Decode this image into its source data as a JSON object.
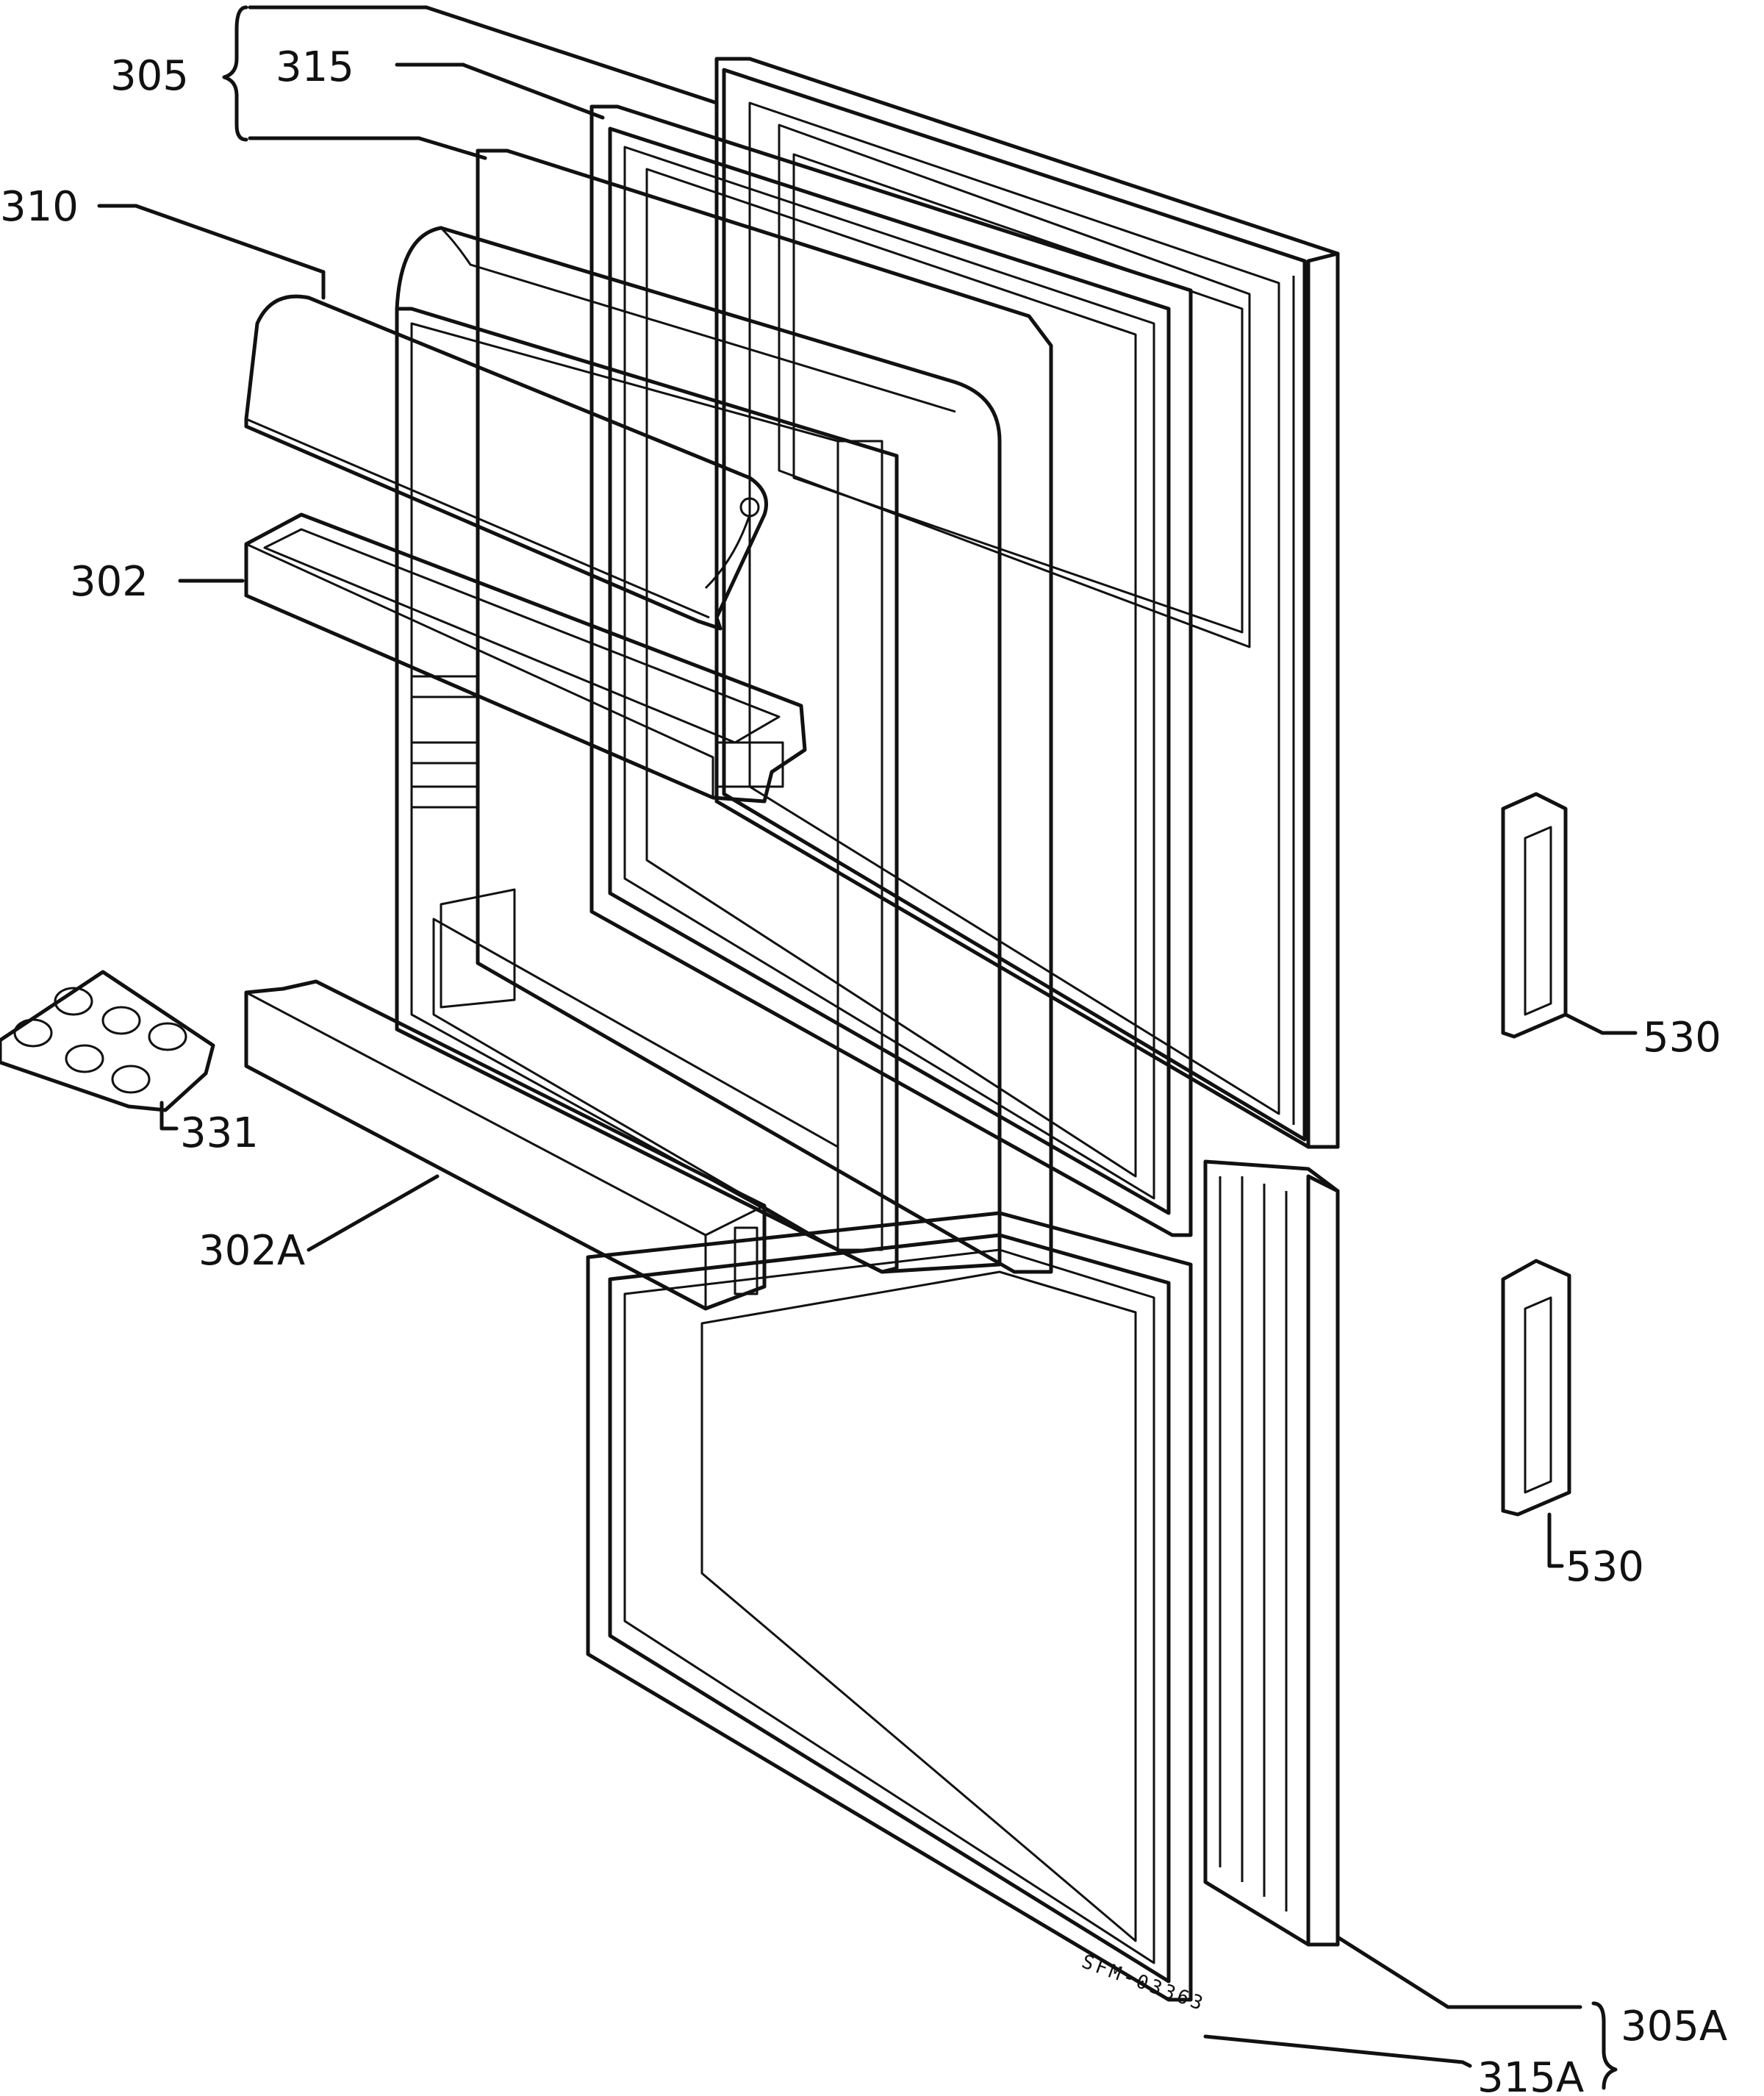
{
  "labels": {
    "l305": "305",
    "l315": "315",
    "l310": "310",
    "l302": "302",
    "l331": "331",
    "l302a": "302A",
    "l530_top": "530",
    "l530_bottom": "530",
    "l305a": "305A",
    "l315a": "315A"
  },
  "drawing_code": "SFM-03363",
  "colors": {
    "ink": "#111111",
    "paper": "#ffffff",
    "foam": "#9a9a9a"
  }
}
